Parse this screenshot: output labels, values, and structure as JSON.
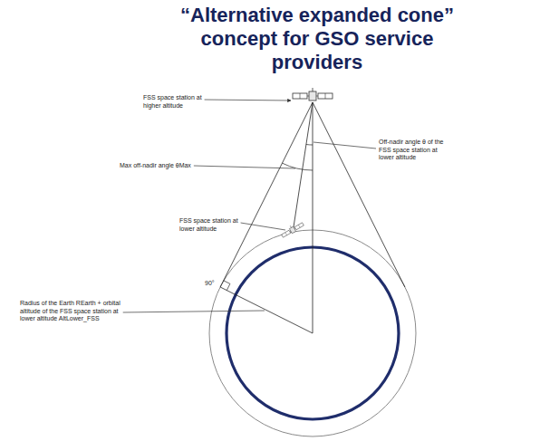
{
  "diagram": {
    "title": "“Alternative expanded cone” concept for GSO service providers",
    "labels": [
      "FSS space station at higher altitude",
      "Off-nadir angle θ of the FSS space station at lower altitude",
      "Max off-nadir angle θMax",
      "FSS space station at lower altitude",
      "90°",
      "Radius of the Earth REarth + orbital altitude of the FSS space station at lower altitude AltLower_FSS"
    ]
  }
}
